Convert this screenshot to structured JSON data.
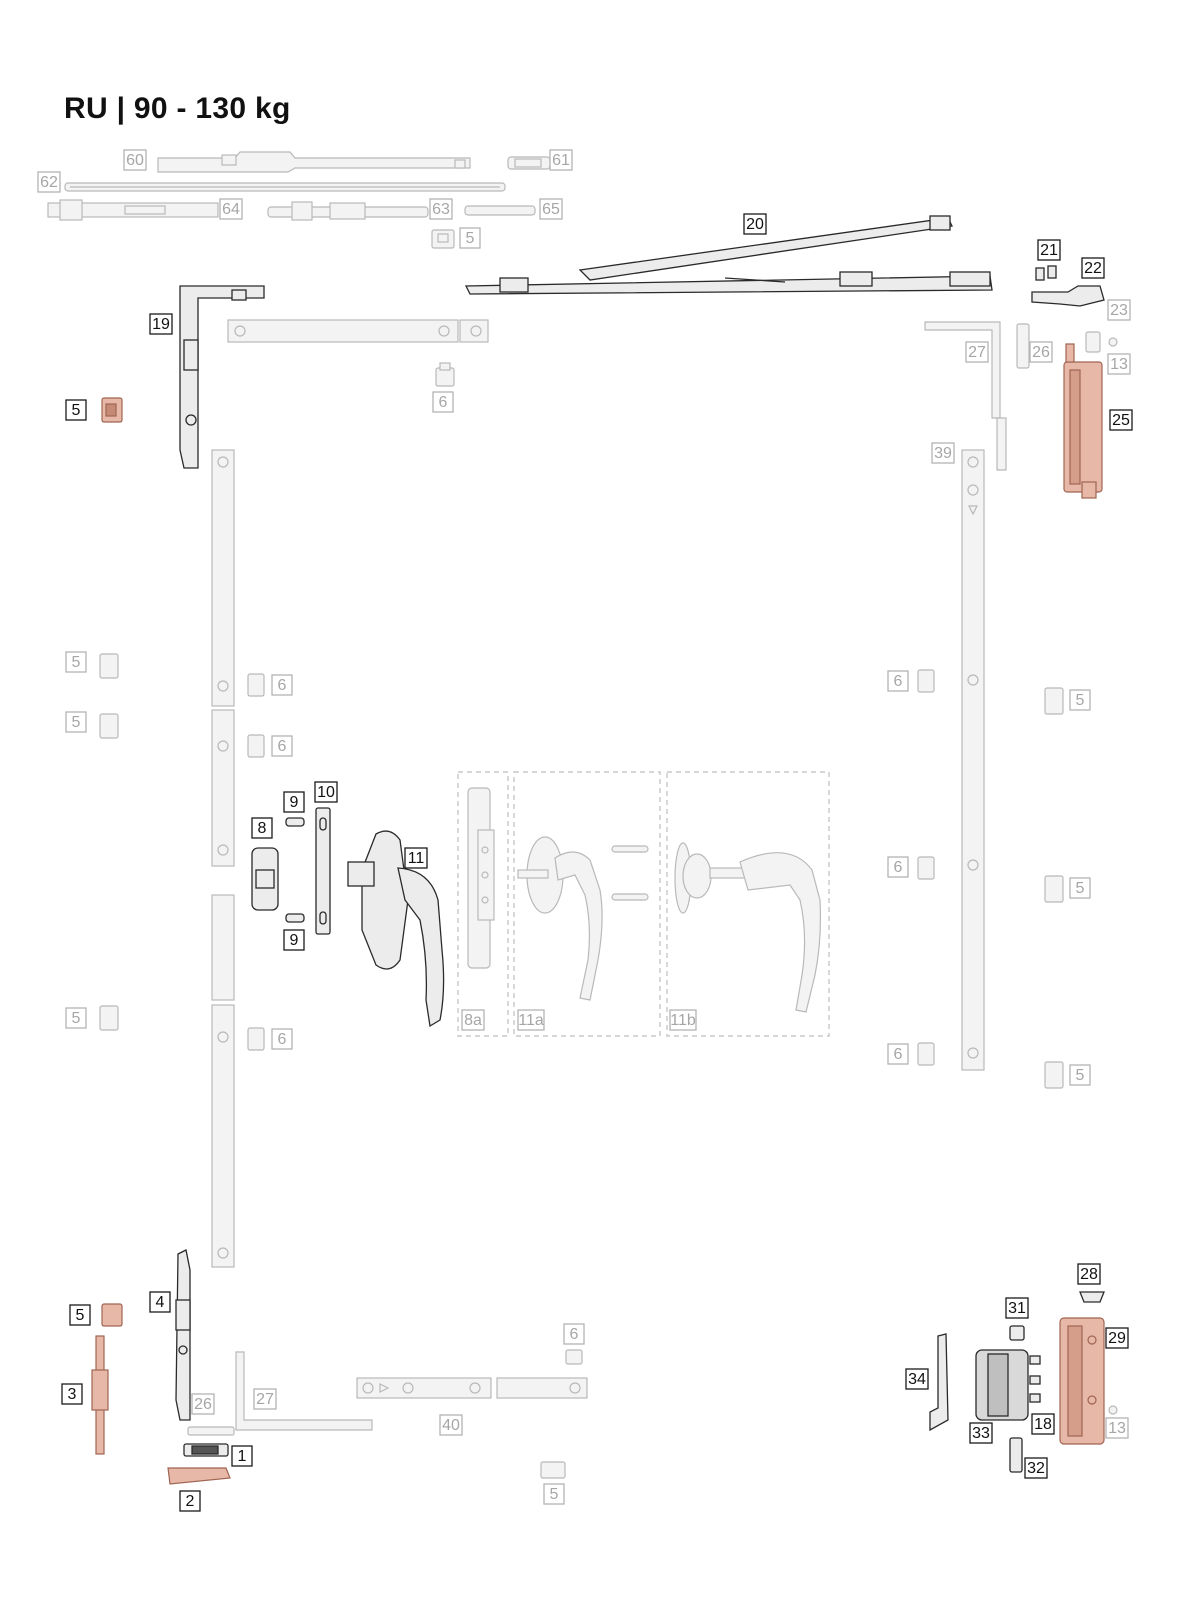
{
  "title": "RU | 90 - 130 kg",
  "colors": {
    "active_stroke": "#1a1a1a",
    "active_text": "#111111",
    "inactive_stroke": "#b4b4b4",
    "inactive_text": "#a6a6a6",
    "part_fill": "#f1f1f1",
    "dark_part_fill": "#e6e6e6",
    "copper_fill": "#e7b7a7",
    "copper_stroke": "#a06552"
  },
  "labels": [
    {
      "id": "60",
      "t": "60",
      "active": false
    },
    {
      "id": "61",
      "t": "61",
      "active": false
    },
    {
      "id": "62",
      "t": "62",
      "active": false
    },
    {
      "id": "64",
      "t": "64",
      "active": false
    },
    {
      "id": "63",
      "t": "63",
      "active": false
    },
    {
      "id": "65",
      "t": "65",
      "active": false
    },
    {
      "id": "5-top",
      "t": "5",
      "active": false
    },
    {
      "id": "20",
      "t": "20",
      "active": true
    },
    {
      "id": "21",
      "t": "21",
      "active": true
    },
    {
      "id": "22",
      "t": "22",
      "active": true
    },
    {
      "id": "23",
      "t": "23",
      "active": false
    },
    {
      "id": "13-top",
      "t": "13",
      "active": false
    },
    {
      "id": "27-top",
      "t": "27",
      "active": false
    },
    {
      "id": "26-top",
      "t": "26",
      "active": false
    },
    {
      "id": "25",
      "t": "25",
      "active": true
    },
    {
      "id": "19",
      "t": "19",
      "active": true
    },
    {
      "id": "5-a",
      "t": "5",
      "active": true
    },
    {
      "id": "6-a",
      "t": "6",
      "active": false
    },
    {
      "id": "39",
      "t": "39",
      "active": false
    },
    {
      "id": "5-b",
      "t": "5",
      "active": false
    },
    {
      "id": "6-b",
      "t": "6",
      "active": false
    },
    {
      "id": "5-c",
      "t": "5",
      "active": false
    },
    {
      "id": "6-c",
      "t": "6",
      "active": false
    },
    {
      "id": "6-d",
      "t": "6",
      "active": false
    },
    {
      "id": "5-d",
      "t": "5",
      "active": false
    },
    {
      "id": "9-top",
      "t": "9",
      "active": true
    },
    {
      "id": "10",
      "t": "10",
      "active": true
    },
    {
      "id": "8",
      "t": "8",
      "active": true
    },
    {
      "id": "11",
      "t": "11",
      "active": true
    },
    {
      "id": "9-bot",
      "t": "9",
      "active": true
    },
    {
      "id": "6-e",
      "t": "6",
      "active": false
    },
    {
      "id": "5-e",
      "t": "5",
      "active": false
    },
    {
      "id": "8a",
      "t": "8a",
      "active": false
    },
    {
      "id": "11a",
      "t": "11a",
      "active": false
    },
    {
      "id": "11b",
      "t": "11b",
      "active": false
    },
    {
      "id": "5-f",
      "t": "5",
      "active": false
    },
    {
      "id": "6-f",
      "t": "6",
      "active": false
    },
    {
      "id": "6-g",
      "t": "6",
      "active": false
    },
    {
      "id": "5-g",
      "t": "5",
      "active": false
    },
    {
      "id": "28",
      "t": "28",
      "active": true
    },
    {
      "id": "4",
      "t": "4",
      "active": true
    },
    {
      "id": "5-h",
      "t": "5",
      "active": true
    },
    {
      "id": "6-h",
      "t": "6",
      "active": false
    },
    {
      "id": "31",
      "t": "31",
      "active": true
    },
    {
      "id": "29",
      "t": "29",
      "active": true
    },
    {
      "id": "3",
      "t": "3",
      "active": true
    },
    {
      "id": "26-bot",
      "t": "26",
      "active": false
    },
    {
      "id": "27-bot",
      "t": "27",
      "active": false
    },
    {
      "id": "34",
      "t": "34",
      "active": true
    },
    {
      "id": "40",
      "t": "40",
      "active": false
    },
    {
      "id": "18",
      "t": "18",
      "active": true
    },
    {
      "id": "13-bot",
      "t": "13",
      "active": false
    },
    {
      "id": "33",
      "t": "33",
      "active": true
    },
    {
      "id": "1",
      "t": "1",
      "active": true
    },
    {
      "id": "32",
      "t": "32",
      "active": true
    },
    {
      "id": "2",
      "t": "2",
      "active": true
    },
    {
      "id": "5-i",
      "t": "5",
      "active": false
    }
  ]
}
